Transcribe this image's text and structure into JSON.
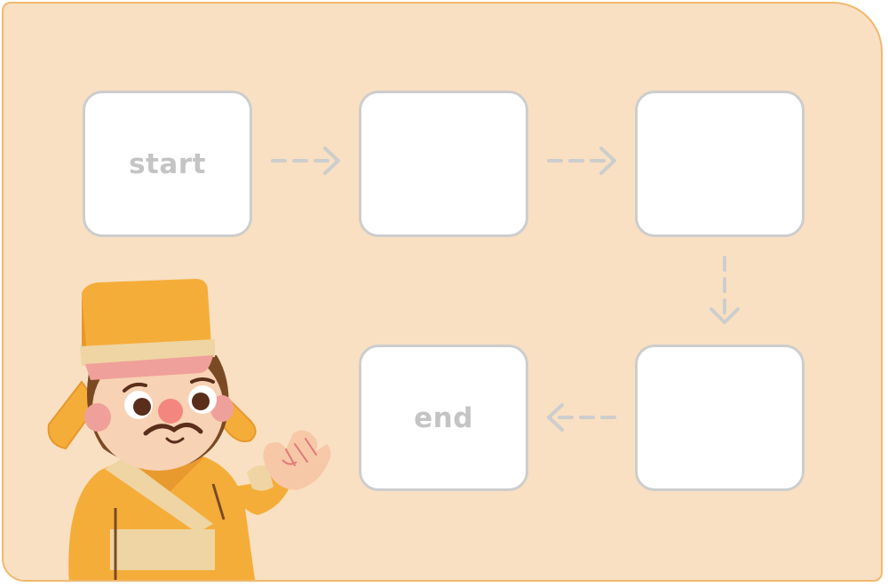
{
  "diagram": {
    "nodes": [
      {
        "id": "step-1",
        "label": "start"
      },
      {
        "id": "step-2",
        "label": ""
      },
      {
        "id": "step-3",
        "label": ""
      },
      {
        "id": "step-4",
        "label": ""
      },
      {
        "id": "step-5",
        "label": "end"
      }
    ],
    "edges": [
      {
        "from": "step-1",
        "to": "step-2"
      },
      {
        "from": "step-2",
        "to": "step-3"
      },
      {
        "from": "step-3",
        "to": "step-4"
      },
      {
        "from": "step-4",
        "to": "step-5"
      }
    ]
  },
  "colors": {
    "panel_fill": "#f9e0c2",
    "panel_border": "#f2b86f",
    "box_border": "#cdcdcd",
    "arrow": "#cdcdcd",
    "label": "#c4c4c4"
  },
  "illustration": {
    "subject": "official-character-icon"
  }
}
